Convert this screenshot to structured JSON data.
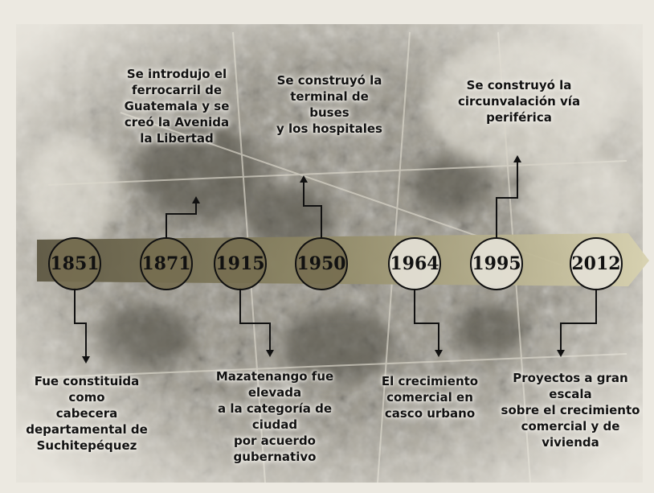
{
  "timeline": {
    "years": [
      "1851",
      "1871",
      "1915",
      "1950",
      "1964",
      "1995",
      "2012"
    ],
    "events": {
      "1851": [
        "Fue constituida",
        "como",
        "cabecera",
        "departamental de",
        "Suchitepéquez"
      ],
      "1871": [
        "Se introdujo el",
        "ferrocarril de",
        "Guatemala y se",
        "creó la Avenida",
        "la Libertad"
      ],
      "1915": [
        "Mazatenango fue",
        "elevada",
        "a la categoría de",
        "ciudad",
        "por acuerdo",
        "gubernativo"
      ],
      "1950": [
        "Se construyó la",
        "terminal de",
        "buses",
        "y los hospitales"
      ],
      "1964": [
        "El crecimiento",
        "comercial en",
        "casco urbano"
      ],
      "1995": [
        "Se construyó la",
        "circunvalación vía",
        "periférica"
      ],
      "2012": [
        "Proyectos a gran",
        "escala",
        "sobre el crecimiento",
        "comercial y de",
        "vivienda"
      ]
    }
  }
}
